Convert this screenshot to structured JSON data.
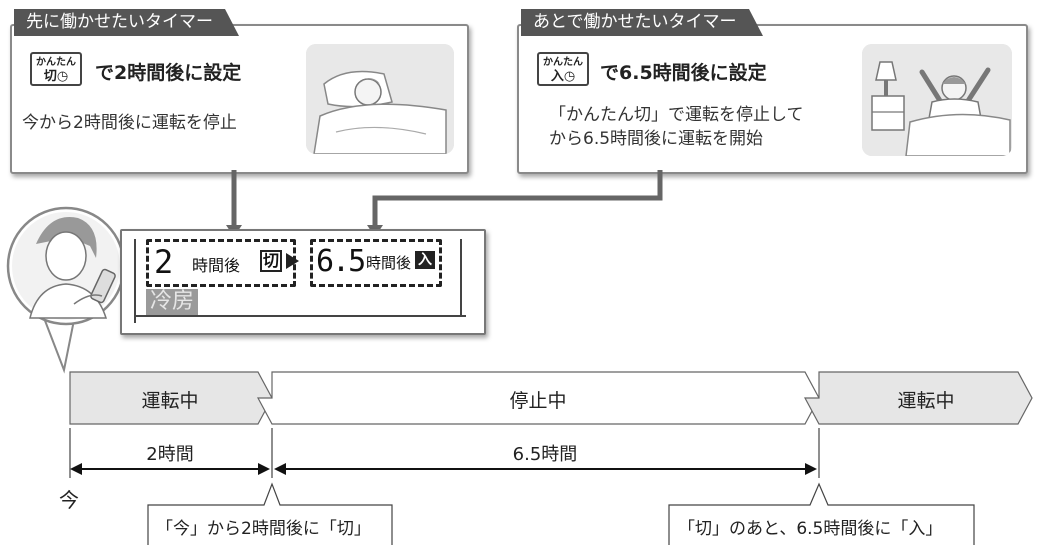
{
  "left_card": {
    "tab": "先に働かせたいタイマー",
    "key_top": "かんたん",
    "key_bottom": "切",
    "heading": "で2時間後に設定",
    "description": "今から2時間後に運転を停止"
  },
  "right_card": {
    "tab": "あとで働かせたいタイマー",
    "key_top": "かんたん",
    "key_bottom": "入",
    "heading": "で6.5時間後に設定",
    "description_line1": "「かんたん切」で運転を停止して",
    "description_line2": "から6.5時間後に運転を開始"
  },
  "display": {
    "left_digit": "2",
    "left_unit": "時間後",
    "off_mark": "切",
    "right_digit": "6.5",
    "right_unit": "時間後",
    "on_mark": "入",
    "mode": "冷房"
  },
  "timeline": {
    "segments": [
      {
        "label": "運転中",
        "fill": "#e6e6e6"
      },
      {
        "label": "停止中",
        "fill": "#ffffff"
      },
      {
        "label": "運転中",
        "fill": "#e6e6e6"
      }
    ],
    "durations": [
      "2時間",
      "6.5時間"
    ],
    "now_label": "今",
    "callout_left": "「今」から2時間後に「切」",
    "callout_right": "「切」のあと、6.5時間後に「入」"
  }
}
